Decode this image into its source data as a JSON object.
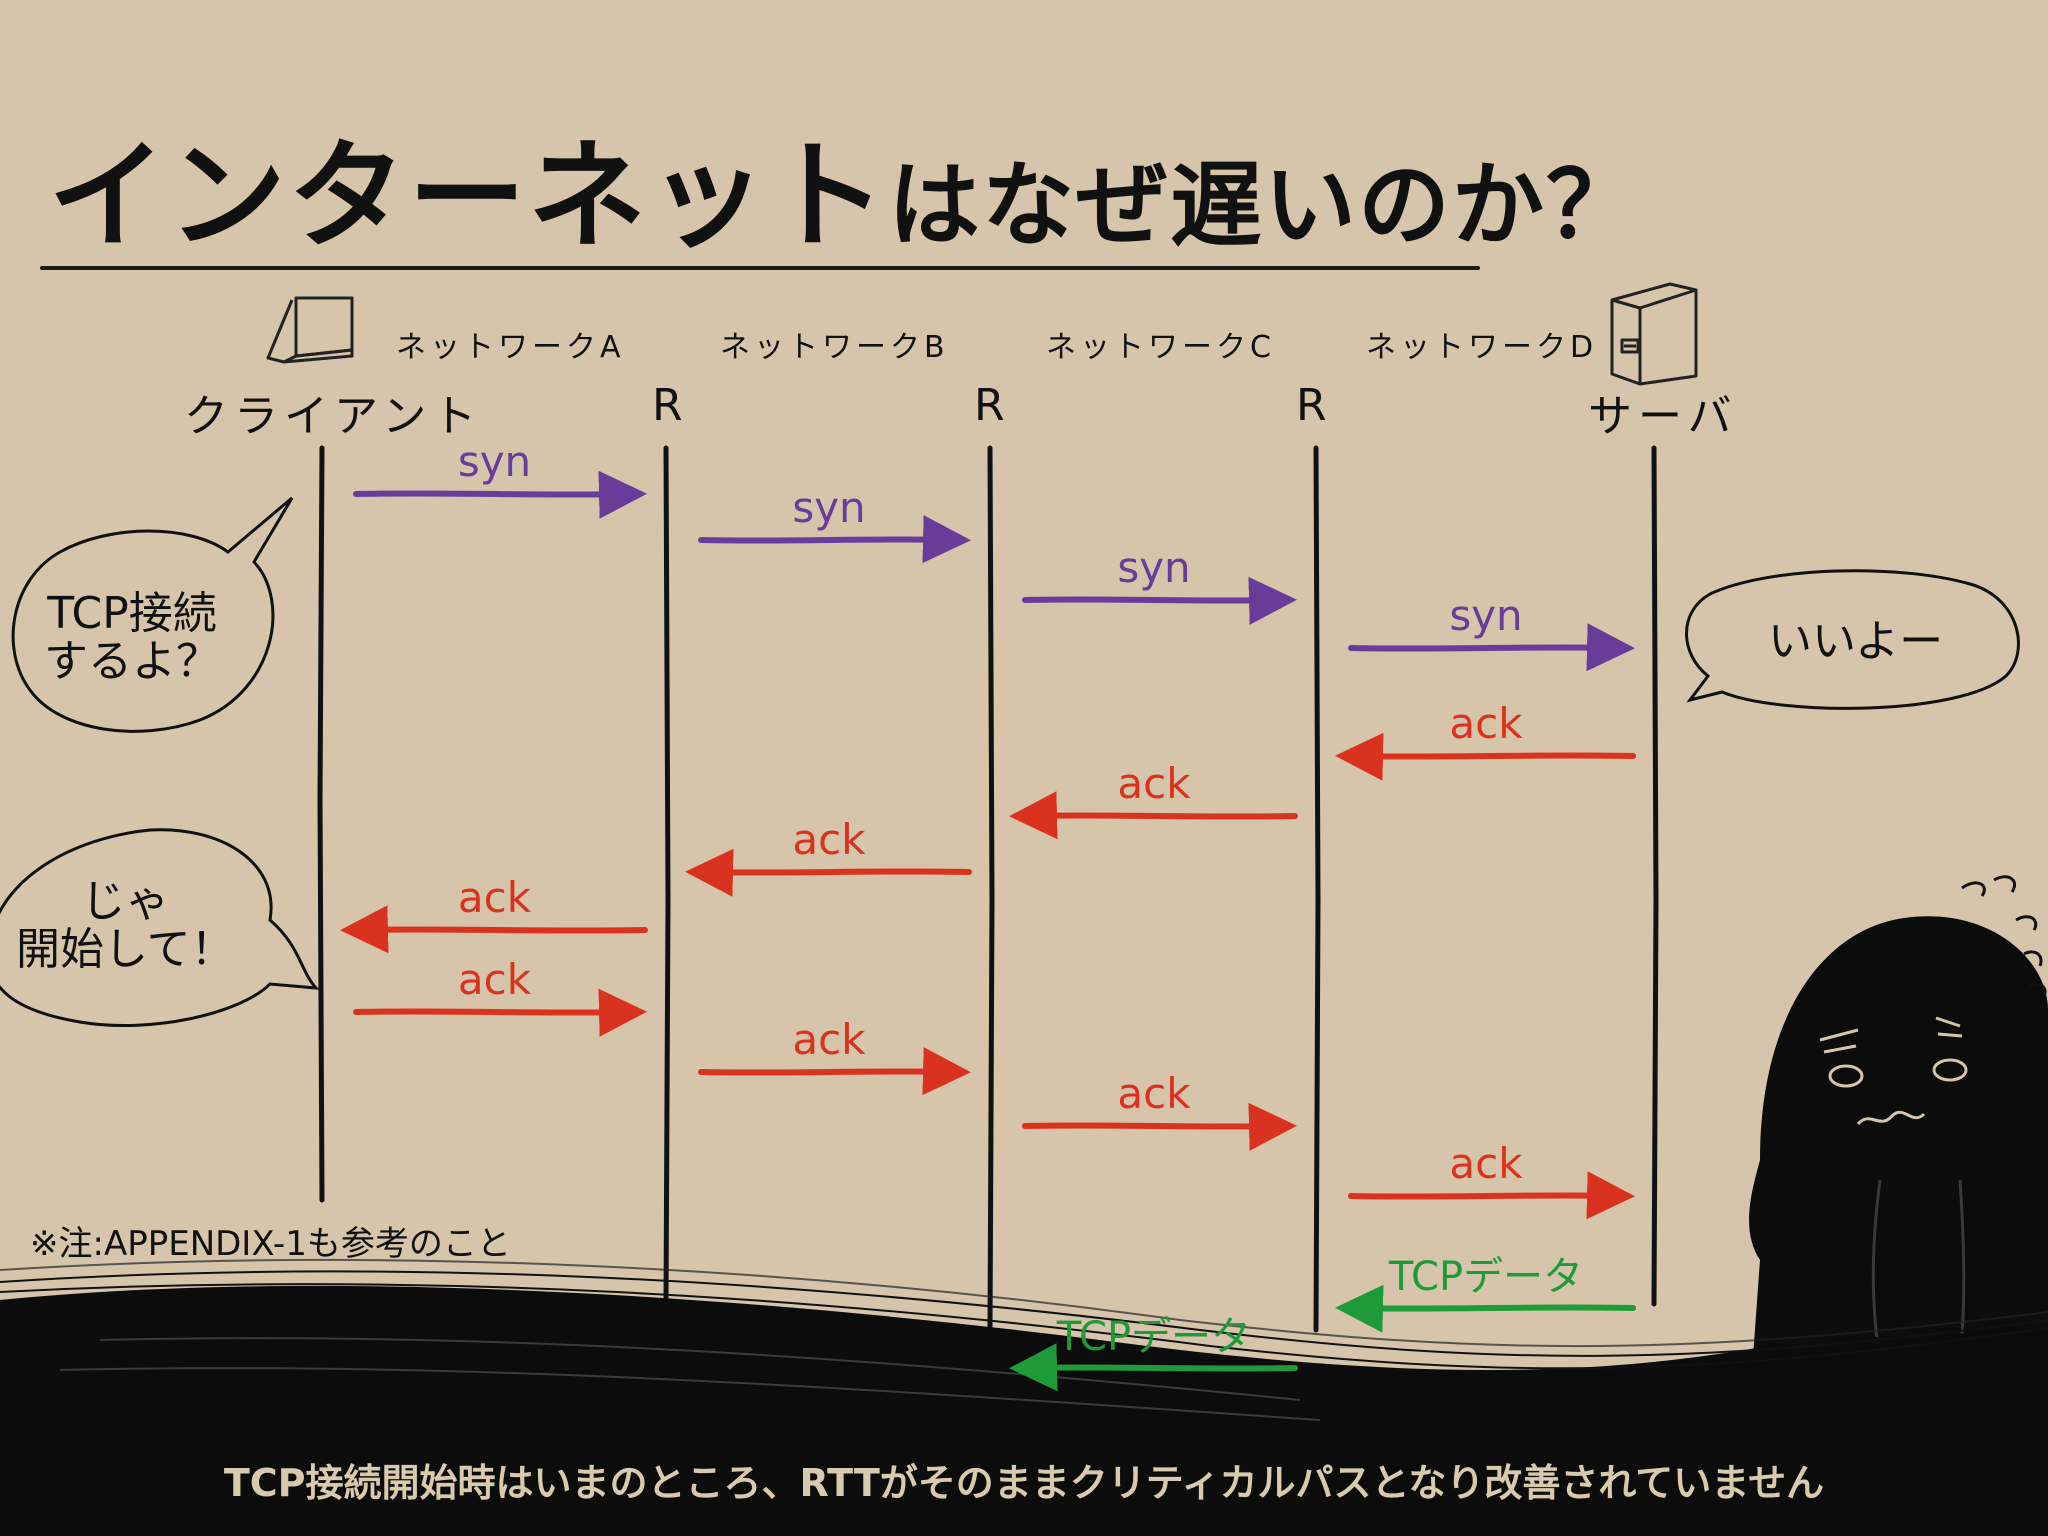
{
  "title": {
    "main": "インターネット",
    "rest": "はなぜ遅いのか？"
  },
  "networks": [
    "ネットワークA",
    "ネットワークB",
    "ネットワークC",
    "ネットワークD"
  ],
  "nodes": {
    "client": "クライアント",
    "router": "R",
    "server": "サーバ"
  },
  "bubbles": {
    "tcp_connect_line1": "TCP接続",
    "tcp_connect_line2": "するよ？",
    "ok": "いいよー",
    "start_line1": "じゃ",
    "start_line2": "開始して！"
  },
  "messages": {
    "syn": "syn",
    "ack": "ack",
    "data": "TCPデータ"
  },
  "note": "※注:APPENDIX-1も参考のこと",
  "footer": "TCP接続開始時はいまのところ、RTTがそのままクリティカルパスとなり改善されていません",
  "colors": {
    "background": "#d6c5aa",
    "syn": "#6a3c9a",
    "ack": "#d9321e",
    "data": "#1f9a38",
    "ink": "#111111"
  },
  "chart_data": {
    "type": "sequence",
    "participants": [
      "クライアント",
      "R",
      "R",
      "R",
      "サーバ"
    ],
    "flows": [
      {
        "label": "syn",
        "from": 0,
        "to": 1
      },
      {
        "label": "syn",
        "from": 1,
        "to": 2
      },
      {
        "label": "syn",
        "from": 2,
        "to": 3
      },
      {
        "label": "syn",
        "from": 3,
        "to": 4
      },
      {
        "label": "ack",
        "from": 4,
        "to": 3
      },
      {
        "label": "ack",
        "from": 3,
        "to": 2
      },
      {
        "label": "ack",
        "from": 2,
        "to": 1
      },
      {
        "label": "ack",
        "from": 1,
        "to": 0
      },
      {
        "label": "ack",
        "from": 0,
        "to": 1
      },
      {
        "label": "ack",
        "from": 1,
        "to": 2
      },
      {
        "label": "ack",
        "from": 2,
        "to": 3
      },
      {
        "label": "ack",
        "from": 3,
        "to": 4
      },
      {
        "label": "TCPデータ",
        "from": 4,
        "to": 3
      },
      {
        "label": "TCPデータ",
        "from": 3,
        "to": 2
      }
    ]
  }
}
